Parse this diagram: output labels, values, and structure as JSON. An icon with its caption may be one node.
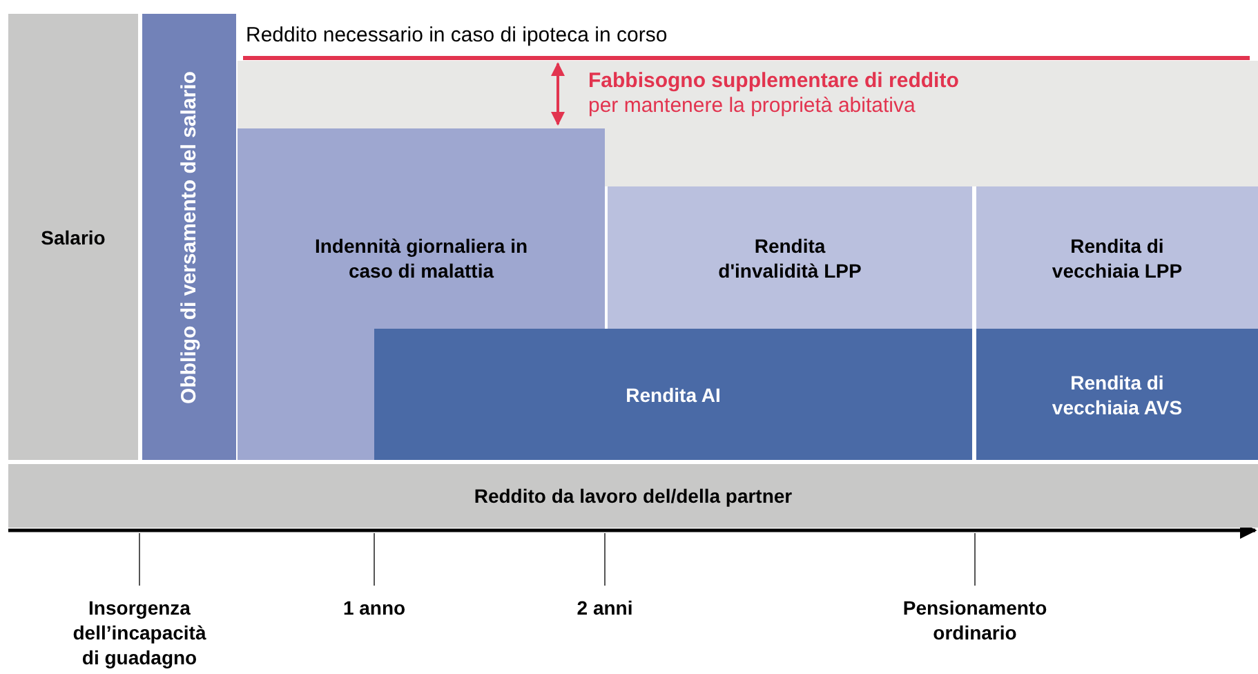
{
  "diagram": {
    "nodes": [
      {
        "text": [
          "Salario"
        ]
      },
      {
        "text": [
          "Obbligo di versamento del salario"
        ]
      },
      {
        "text": [
          "Fabbisogno supplementare di reddito",
          "per mantenere la proprietà abitativa"
        ]
      },
      {
        "text": [
          "Indennità giornaliera in caso di malattia"
        ]
      },
      {
        "text": [
          "Rendita d'invalidità LPP"
        ]
      },
      {
        "text": [
          "Rendita di vecchiaia LPP"
        ]
      },
      {
        "text": [
          "Rendita AI"
        ]
      },
      {
        "text": [
          "Rendita di vecchiaia AVS"
        ]
      },
      {
        "text": [
          "Reddito da lavoro del/della partner"
        ]
      }
    ],
    "labels": [
      "Reddito necessario in caso di ipoteca in corso",
      "Insorgenza dell’incapacità di guadagno",
      "1 anno",
      "2 anni",
      "Pensionamento ordinario"
    ]
  }
}
